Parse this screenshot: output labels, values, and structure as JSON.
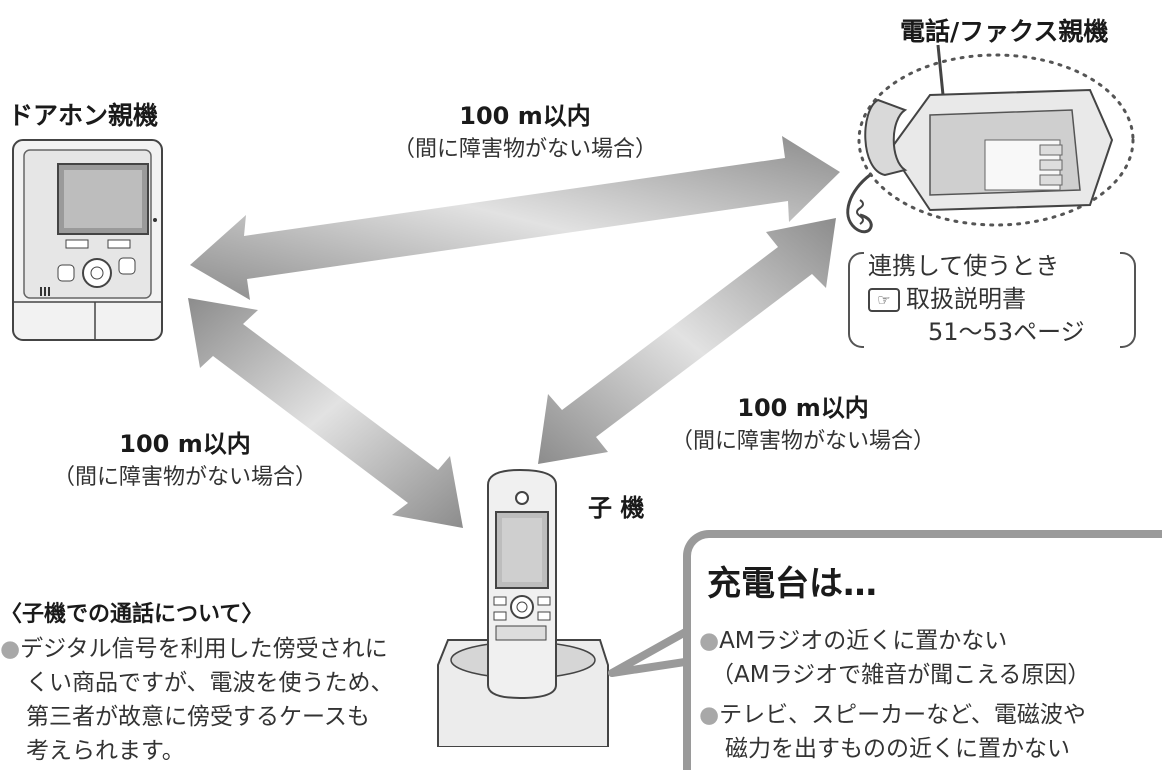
{
  "devices": {
    "doorphone_label": "ドアホン親機",
    "fax_label": "電話/ファクス親機",
    "handset_label": "子 機"
  },
  "distances": {
    "top": {
      "main": "100 m以内",
      "sub": "（間に障害物がない場合）"
    },
    "left": {
      "main": "100 m以内",
      "sub": "（間に障害物がない場合）"
    },
    "right": {
      "main": "100 m以内",
      "sub": "（間に障害物がない場合）"
    }
  },
  "fax_note": {
    "line1": "連携して使うとき",
    "icon": "pointing-hand-icon",
    "line2": "取扱説明書",
    "line3": "51〜53ページ"
  },
  "handset_talk": {
    "title": "〈子機での通話について〉",
    "bullet_lines": [
      "デジタル信号を利用した傍受されに",
      "くい商品ですが、電波を使うため、",
      "第三者が故意に傍受するケースも",
      "考えられます。"
    ]
  },
  "charger_callout": {
    "title": "充電台は…",
    "items": [
      {
        "line1": "AMラジオの近くに置かない",
        "line2": "（AMラジオで雑音が聞こえる原因）"
      },
      {
        "line1": "テレビ、スピーカーなど、電磁波や",
        "line2": "磁力を出すものの近くに置かない"
      }
    ]
  },
  "colors": {
    "arrow": "#9e9e9e",
    "arrow_light": "#e4e4e4",
    "callout_border": "#9a9a9a",
    "bullet": "#a8a8a8"
  }
}
